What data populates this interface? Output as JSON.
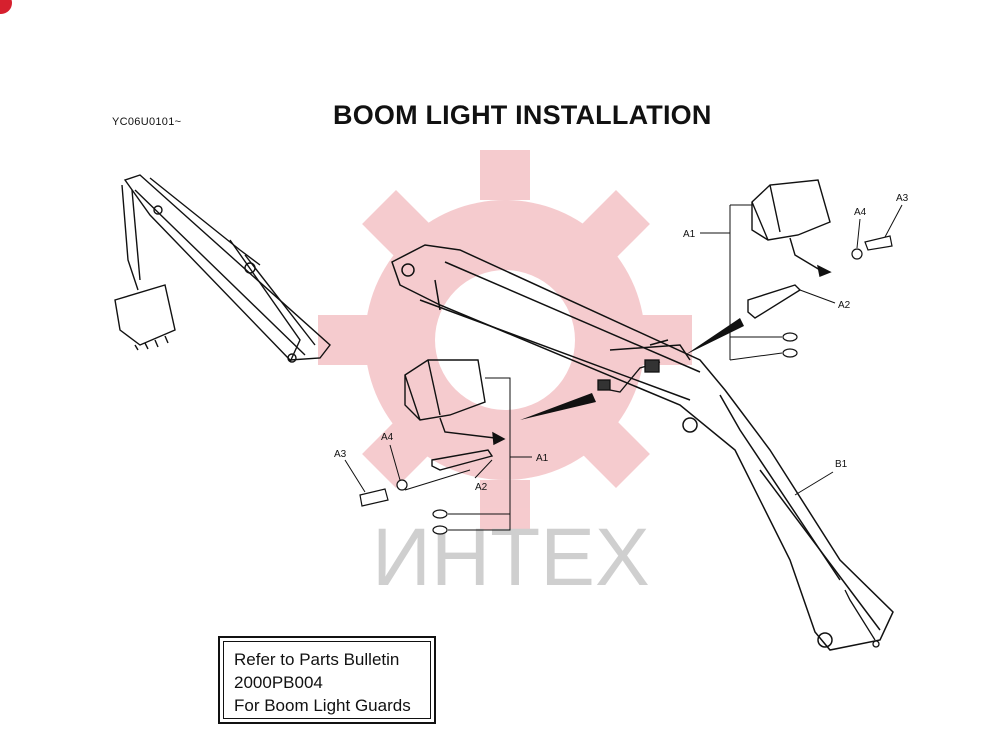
{
  "header": {
    "model_code": "YC06U0101~",
    "title": "BOOM  LIGHT INSTALLATION"
  },
  "watermark": {
    "text": "ИНТЕХ",
    "gear_color": "#f4c2c6",
    "text_color": "#cfcfcf"
  },
  "callouts": {
    "a1": "A1",
    "a2": "A2",
    "a3": "A3",
    "a4": "A4",
    "b1": "B1"
  },
  "note": {
    "lines": [
      "Refer to Parts Bulletin",
      "2000PB004",
      "For Boom Light Guards"
    ]
  },
  "colors": {
    "accent_mark": "#d6202e",
    "line": "#111111"
  }
}
